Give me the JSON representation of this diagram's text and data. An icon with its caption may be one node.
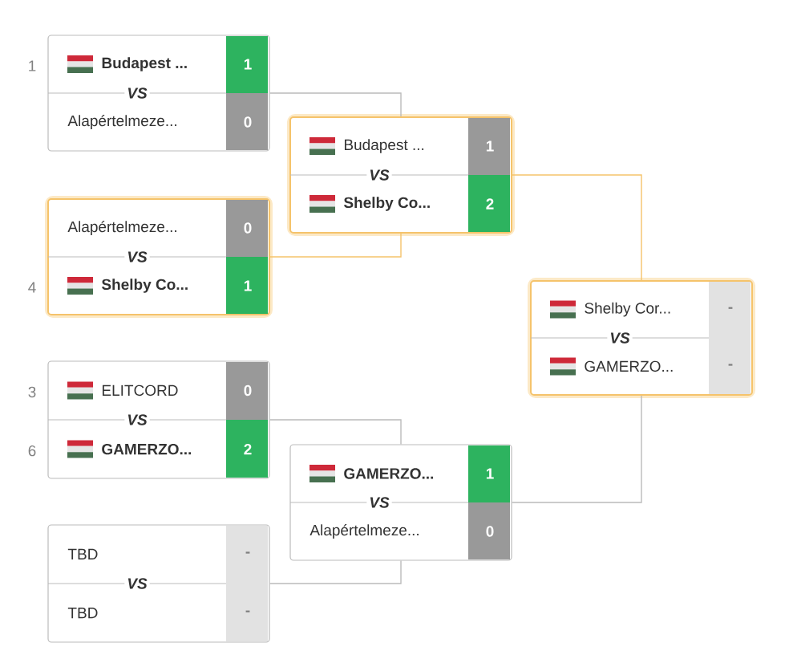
{
  "diagram": {
    "nodes": [
      {
        "text": [
          "Budapest ...",
          "1",
          "VS",
          "Alapértelmeze...",
          "0"
        ],
        "beside": [
          "1"
        ]
      },
      {
        "text": [
          "Alapértelmeze...",
          "0",
          "VS",
          "Shelby Co...",
          "1"
        ],
        "beside": [
          "4"
        ]
      },
      {
        "text": [
          "ELITCORD",
          "0",
          "VS",
          "GAMERZO...",
          "2"
        ],
        "beside": [
          "3",
          "6"
        ]
      },
      {
        "text": [
          "TBD",
          "-",
          "VS",
          "TBD",
          "-"
        ]
      },
      {
        "text": [
          "Budapest ...",
          "1",
          "VS",
          "Shelby Co...",
          "2"
        ]
      },
      {
        "text": [
          "GAMERZO...",
          "1",
          "VS",
          "Alapértelmeze...",
          "0"
        ]
      },
      {
        "text": [
          "Shelby Cor...",
          "-",
          "VS",
          "GAMERZO...",
          "-"
        ]
      }
    ],
    "edges": [
      {
        "from": 0,
        "to": 4,
        "arrow": "none"
      },
      {
        "from": 1,
        "to": 4,
        "arrow": "none",
        "color": "#f5c36b"
      },
      {
        "from": 2,
        "to": 5,
        "arrow": "none"
      },
      {
        "from": 3,
        "to": 5,
        "arrow": "none"
      },
      {
        "from": 4,
        "to": 6,
        "arrow": "none",
        "color": "#f5c36b"
      },
      {
        "from": 5,
        "to": 6,
        "arrow": "none"
      }
    ]
  }
}
